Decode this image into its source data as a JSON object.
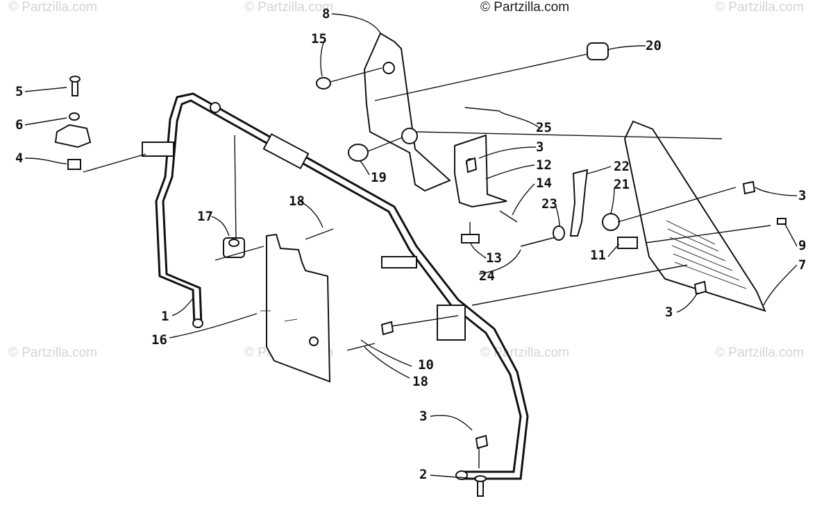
{
  "watermarks": {
    "main": "© Partzilla.com",
    "faint": "© Partzilla.com"
  },
  "callouts": [
    {
      "id": "1",
      "text": "1"
    },
    {
      "id": "2",
      "text": "2"
    },
    {
      "id": "3a",
      "text": "3"
    },
    {
      "id": "3b",
      "text": "3"
    },
    {
      "id": "3c",
      "text": "3"
    },
    {
      "id": "3d",
      "text": "3"
    },
    {
      "id": "4",
      "text": "4"
    },
    {
      "id": "5",
      "text": "5"
    },
    {
      "id": "6",
      "text": "6"
    },
    {
      "id": "7",
      "text": "7"
    },
    {
      "id": "8",
      "text": "8"
    },
    {
      "id": "9",
      "text": "9"
    },
    {
      "id": "10",
      "text": "10"
    },
    {
      "id": "11",
      "text": "11"
    },
    {
      "id": "12",
      "text": "12"
    },
    {
      "id": "13",
      "text": "13"
    },
    {
      "id": "14",
      "text": "14"
    },
    {
      "id": "15",
      "text": "15"
    },
    {
      "id": "16",
      "text": "16"
    },
    {
      "id": "17",
      "text": "17"
    },
    {
      "id": "18a",
      "text": "18"
    },
    {
      "id": "18b",
      "text": "18"
    },
    {
      "id": "19",
      "text": "19"
    },
    {
      "id": "20",
      "text": "20"
    },
    {
      "id": "21",
      "text": "21"
    },
    {
      "id": "22",
      "text": "22"
    },
    {
      "id": "23",
      "text": "23"
    },
    {
      "id": "24",
      "text": "24"
    },
    {
      "id": "25",
      "text": "25"
    }
  ]
}
